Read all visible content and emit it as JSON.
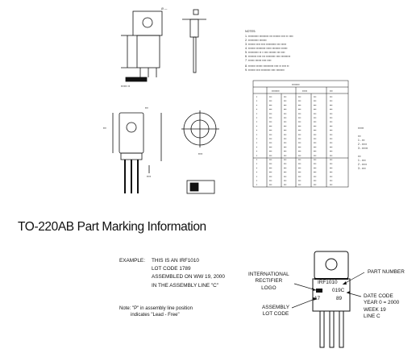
{
  "section_title": "TO-220AB Part Marking Information",
  "example": {
    "lead": "EXAMPLE:",
    "lines": [
      "THIS IS AN IRF1010",
      "LOT CODE 1789",
      "ASSEMBLED ON WW 19, 2000",
      "IN THE ASSEMBLY LINE \"C\""
    ]
  },
  "note": {
    "line1": "Note: \"P\" in assembly line position",
    "line2": "indicates \"Lead - Free\""
  },
  "callouts": {
    "logo": [
      "INTERNATIONAL",
      "RECTIFIER",
      "LOGO"
    ],
    "lot_code": [
      "ASSEMBLY",
      "LOT CODE"
    ],
    "part_number": "PART NUMBER",
    "date_code": [
      "DATE CODE",
      "YEAR 0 = 2000",
      "WEEK 19",
      "LINE C"
    ]
  },
  "package_marking": {
    "part": "IRF1010",
    "line2": "019C",
    "lot_left": "17",
    "lot_right": "89"
  }
}
